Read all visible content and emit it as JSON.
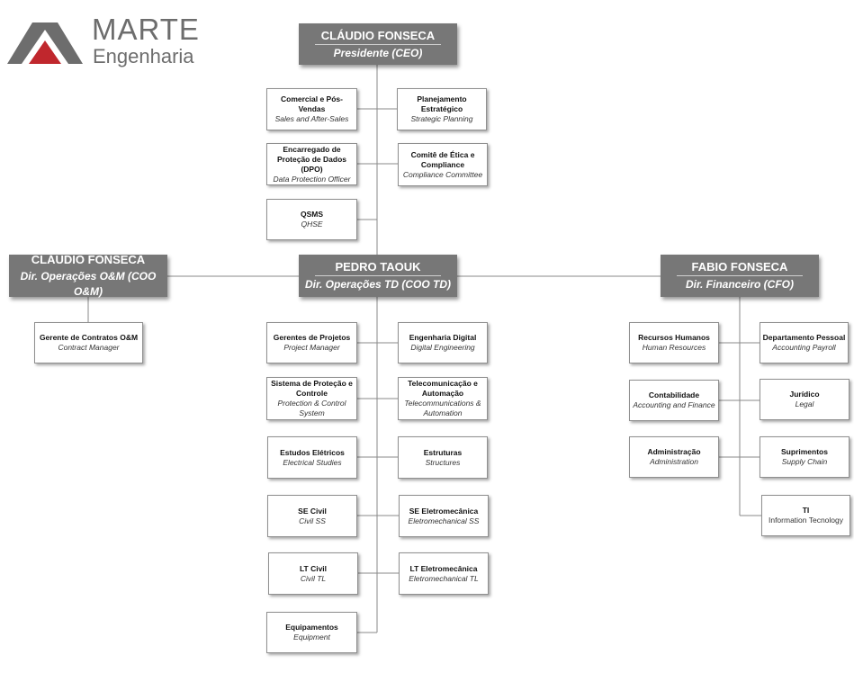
{
  "logo": {
    "name": "MARTE",
    "subtitle": "Engenharia"
  },
  "executives": {
    "ceo": {
      "name": "CLÁUDIO FONSECA",
      "role": "Presidente (CEO)"
    },
    "coo_om": {
      "name": "CLÁUDIO FONSECA",
      "role": "Dir. Operações O&M (COO O&M)"
    },
    "coo_td": {
      "name": "PEDRO TAOUK",
      "role": "Dir. Operações TD (COO TD)"
    },
    "cfo": {
      "name": "FABIO FONSECA",
      "role": "Dir. Financeiro (CFO)"
    }
  },
  "ceo_units": [
    {
      "title": "Comercial e Pós-Vendas",
      "subtitle": "Sales and After-Sales"
    },
    {
      "title": "Planejamento Estratégico",
      "subtitle": "Strategic Planning"
    },
    {
      "title": "Encarregado de Proteção de Dados (DPO)",
      "subtitle": "Data Protection Officer"
    },
    {
      "title": "Comitê de Ética e Compliance",
      "subtitle": "Compliance Committee"
    },
    {
      "title": "QSMS",
      "subtitle": "QHSE"
    }
  ],
  "om_units": [
    {
      "title": "Gerente de Contratos O&M",
      "subtitle": "Contract Manager"
    }
  ],
  "td_units": [
    {
      "title": "Gerentes de Projetos",
      "subtitle": "Project Manager"
    },
    {
      "title": "Engenharia Digital",
      "subtitle": "Digital Engineering"
    },
    {
      "title": "Sistema de Proteção e Controle",
      "subtitle": "Protection & Control System"
    },
    {
      "title": "Telecomunicação e Automação",
      "subtitle": "Telecommunications & Automation"
    },
    {
      "title": "Estudos Elétricos",
      "subtitle": "Electrical Studies"
    },
    {
      "title": "Estruturas",
      "subtitle": "Structures"
    },
    {
      "title": "SE Civil",
      "subtitle": "Civil SS"
    },
    {
      "title": "SE Eletromecânica",
      "subtitle": "Eletromechanical SS"
    },
    {
      "title": "LT Civil",
      "subtitle": "Civil TL"
    },
    {
      "title": "LT Eletromecânica",
      "subtitle": "Eletromechanical TL"
    },
    {
      "title": "Equipamentos",
      "subtitle": "Equipment"
    }
  ],
  "cfo_units": [
    {
      "title": "Recursos Humanos",
      "subtitle": "Human Resources"
    },
    {
      "title": "Departamento Pessoal",
      "subtitle": "Accounting Payroll"
    },
    {
      "title": "Contabilidade",
      "subtitle": "Accounting and Finance"
    },
    {
      "title": "Jurídico",
      "subtitle": "Legal"
    },
    {
      "title": "Administração",
      "subtitle": "Administration"
    },
    {
      "title": "Suprimentos",
      "subtitle": "Supply Chain"
    },
    {
      "title": "TI",
      "subtitle": "Information Tecnology"
    }
  ],
  "colors": {
    "exec_fill": "#777777",
    "logo_gray": "#6d6d6d",
    "logo_red": "#c0272d",
    "connector": "#888888"
  }
}
